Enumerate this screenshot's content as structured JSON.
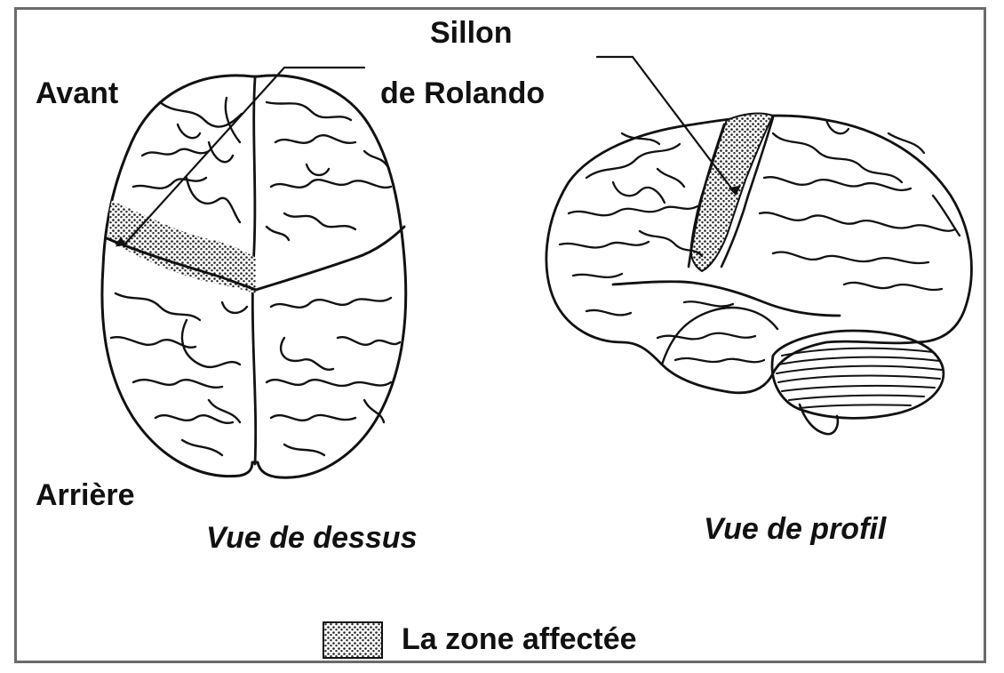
{
  "labels": {
    "sulcus_line1": "Sillon",
    "sulcus_line2": "de Rolando",
    "front": "Avant",
    "back": "Arrière",
    "top_view": "Vue de dessus",
    "side_view": "Vue de profil"
  },
  "legend": {
    "text": "La zone affectée"
  },
  "colors": {
    "ink": "#111111",
    "frame": "#6b6b6b",
    "stipple": "#222222"
  }
}
